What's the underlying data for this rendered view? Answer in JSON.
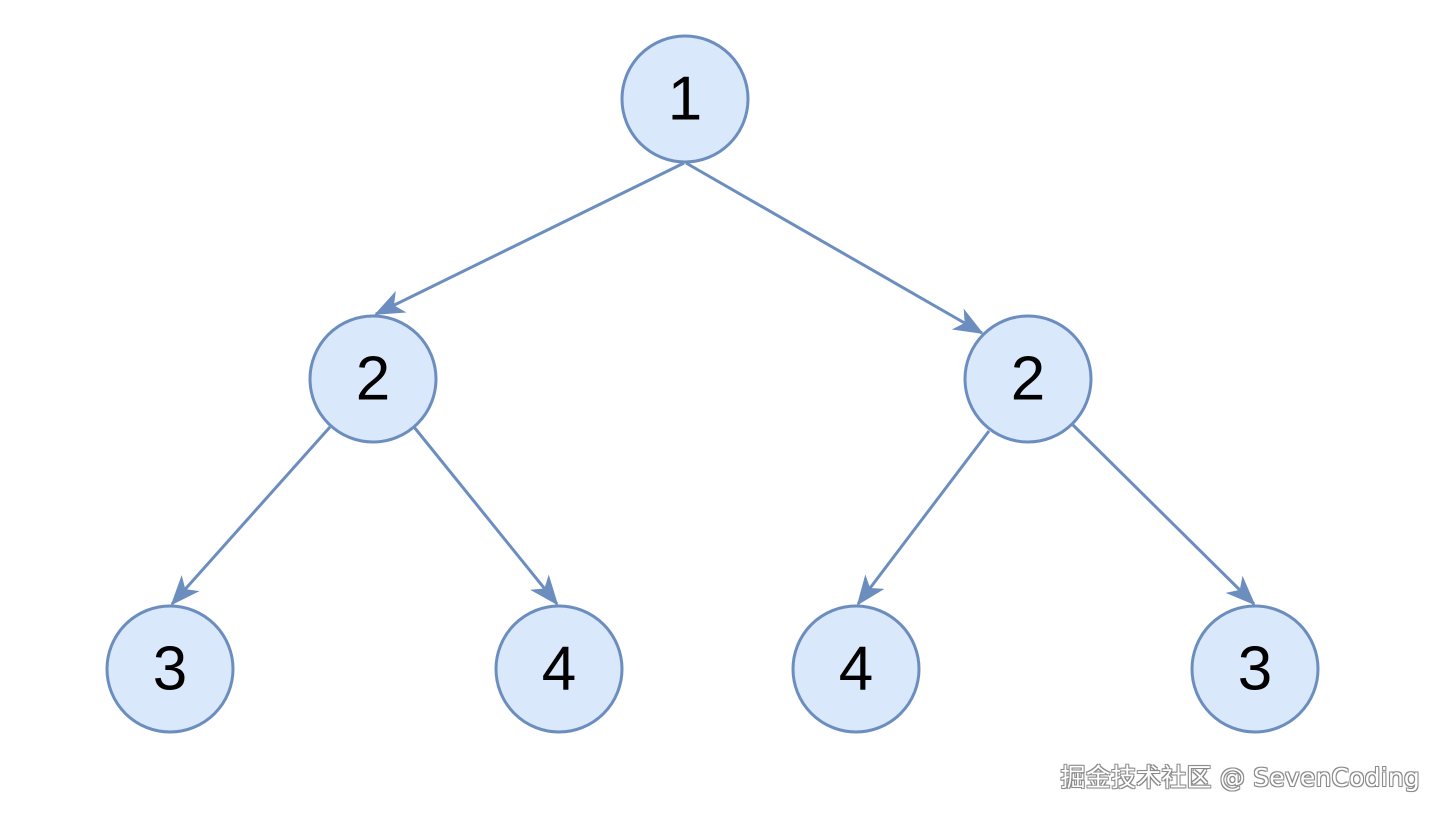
{
  "colors": {
    "node_fill": "#dae8fc",
    "node_stroke": "#6c8ebf",
    "edge_stroke": "#6c8ebf",
    "label_color": "#000000",
    "background": "#ffffff"
  },
  "tree": {
    "nodes": [
      {
        "id": "root",
        "label": "1"
      },
      {
        "id": "left",
        "label": "2"
      },
      {
        "id": "right",
        "label": "2"
      },
      {
        "id": "left-left",
        "label": "3"
      },
      {
        "id": "left-right",
        "label": "4"
      },
      {
        "id": "right-left",
        "label": "4"
      },
      {
        "id": "right-right",
        "label": "3"
      }
    ],
    "edges": [
      {
        "from": "root",
        "to": "left"
      },
      {
        "from": "root",
        "to": "right"
      },
      {
        "from": "left",
        "to": "left-left"
      },
      {
        "from": "left",
        "to": "left-right"
      },
      {
        "from": "right",
        "to": "right-left"
      },
      {
        "from": "right",
        "to": "right-right"
      }
    ]
  },
  "watermark": {
    "text": "掘金技术社区 @ SevenCoding"
  }
}
